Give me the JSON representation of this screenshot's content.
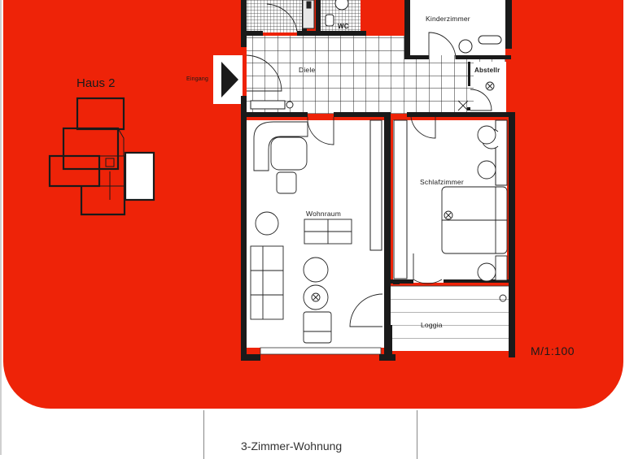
{
  "document": {
    "building_label": "Haus 2",
    "scale_label": "M/1:100",
    "apartment_type": "3-Zimmer-Wohnung"
  },
  "rooms": {
    "kinderzimmer": "Kinderzimmer",
    "wc": "WC",
    "diele": "Diele",
    "eingang": "Eingang",
    "abstellr": "Abstellr",
    "wohnraum": "Wohnraum",
    "schlafzimmer": "Schlafzimmer",
    "loggia": "Loggia"
  },
  "colors": {
    "background_red": "#ee2308",
    "wall": "#1a1a1a",
    "paper": "#ffffff"
  }
}
